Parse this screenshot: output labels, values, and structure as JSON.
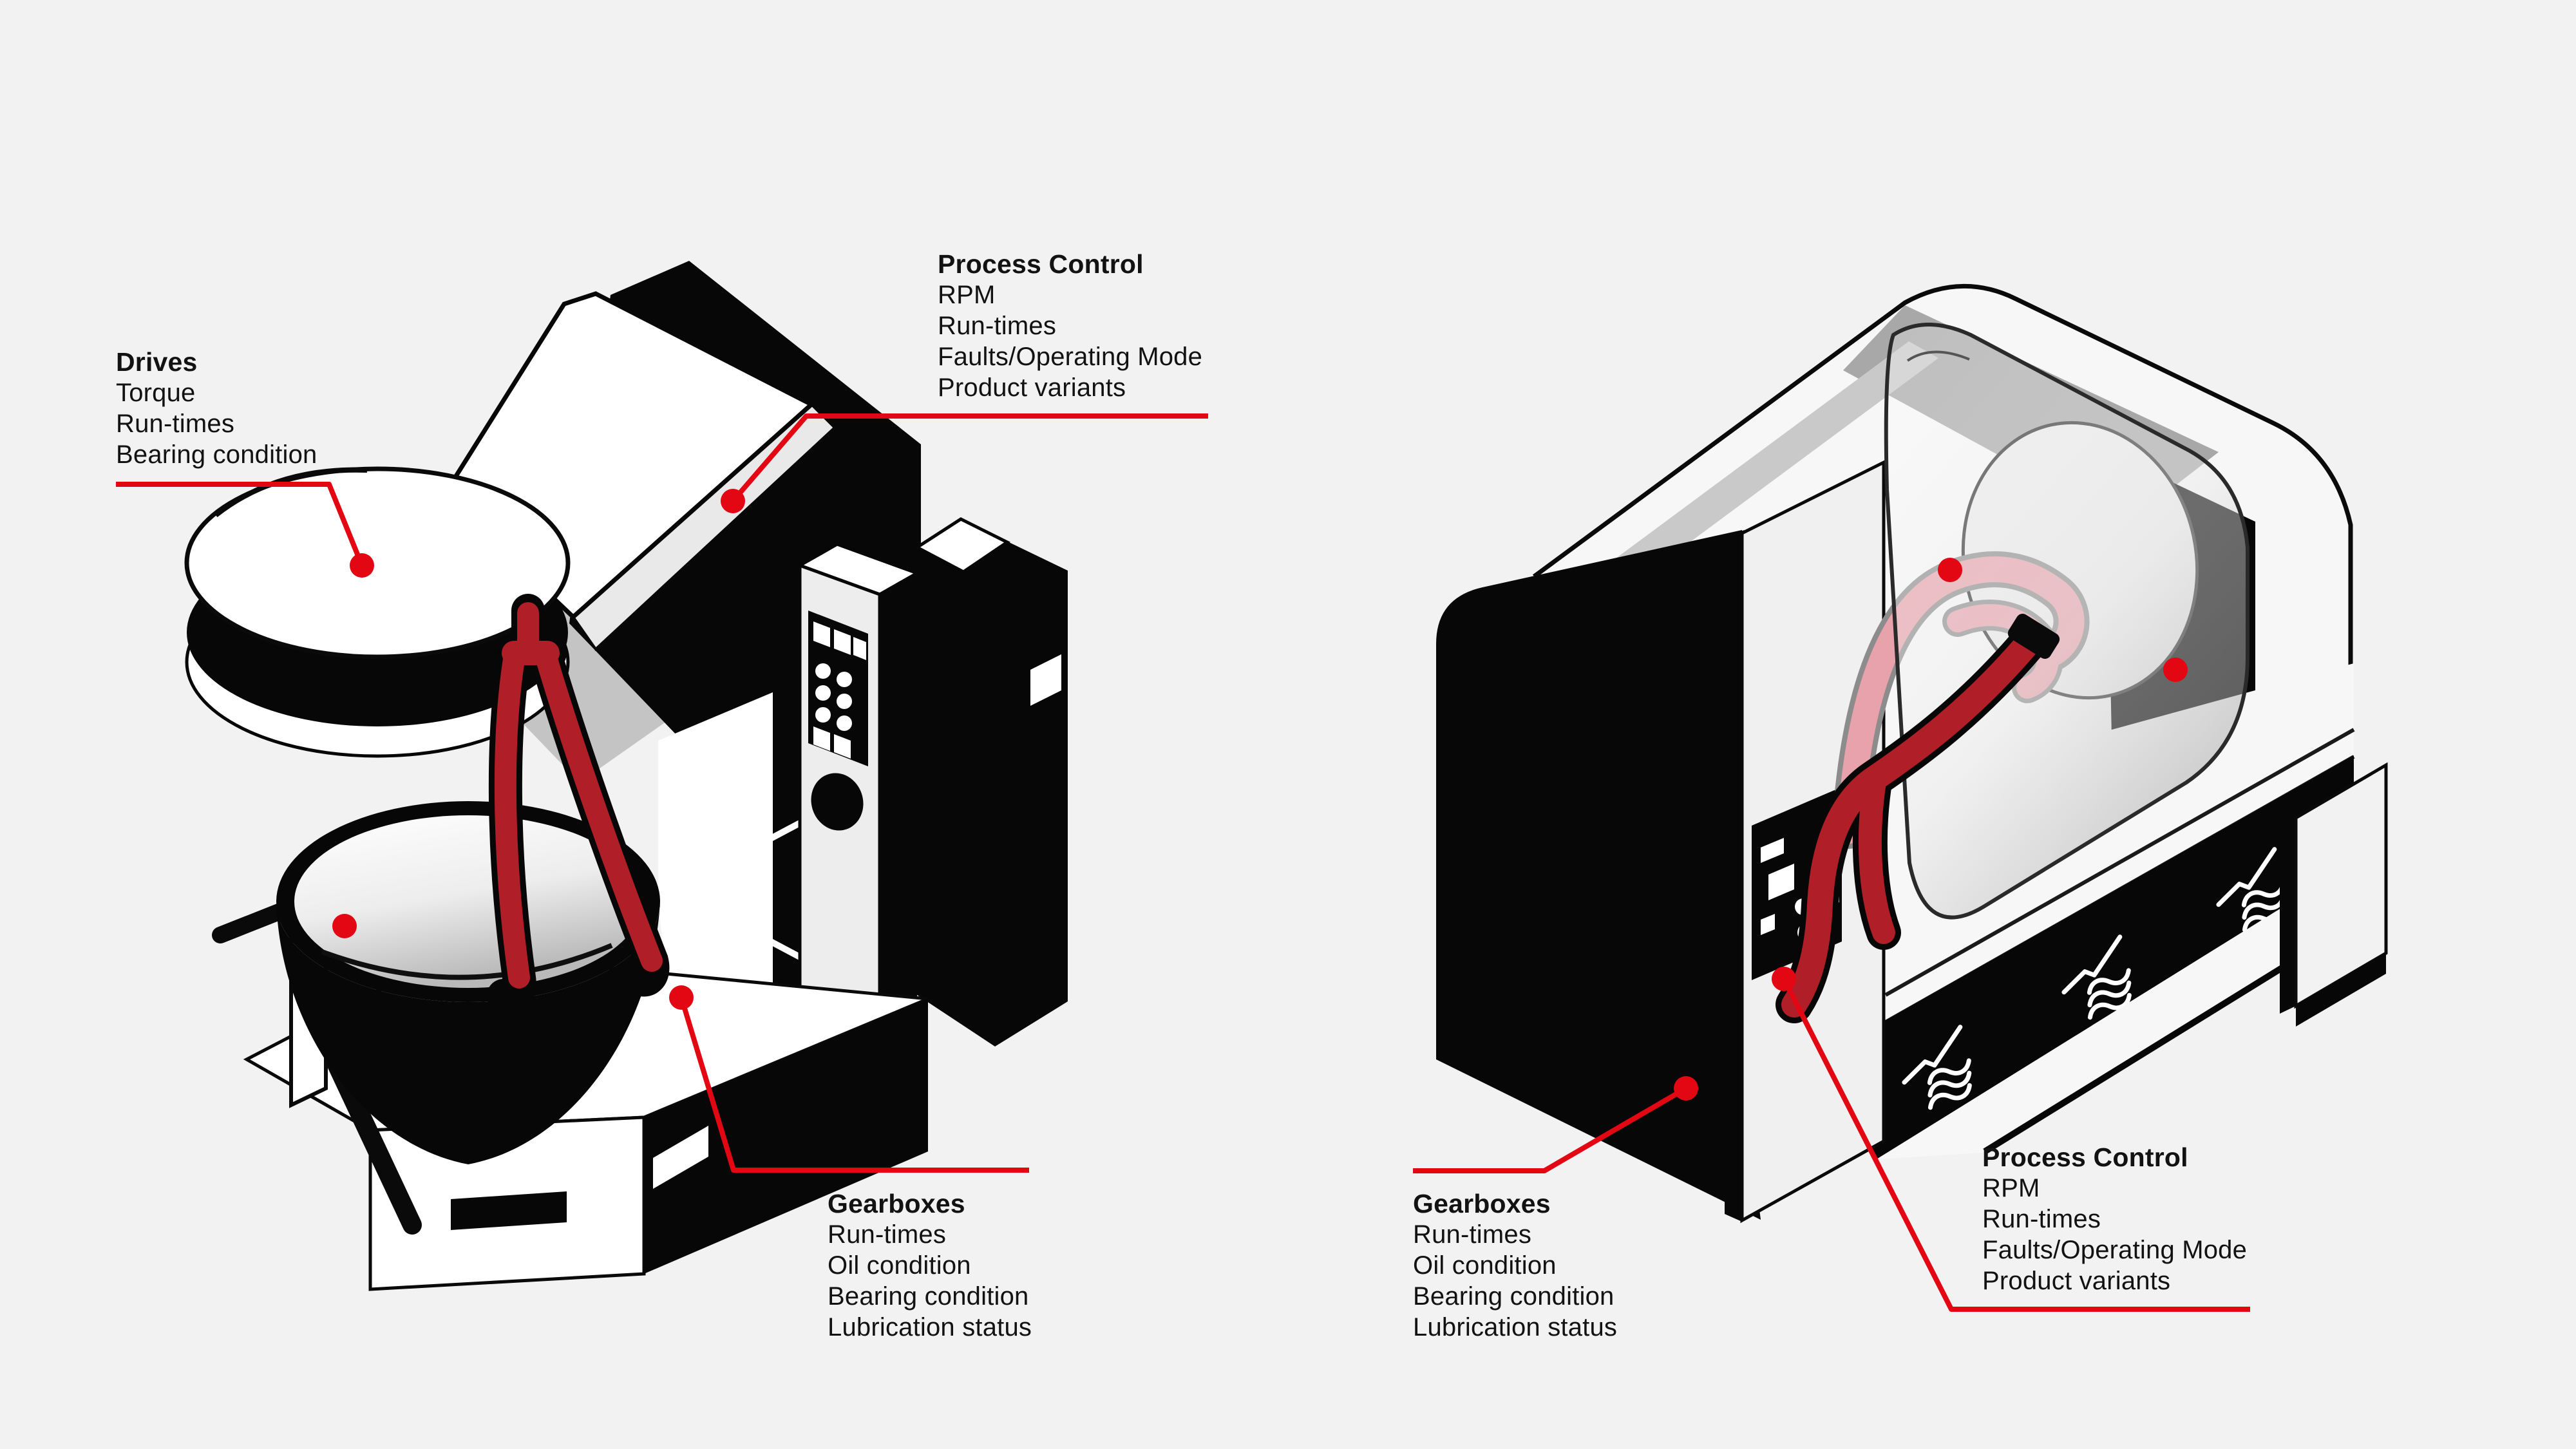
{
  "figure": {
    "type": "industrial-machine-monitoring-infographic",
    "machine_count": 2,
    "sensor_dots": {
      "left_machine": 4,
      "right_machine": 4
    },
    "colors": {
      "background": "#f2f2f2",
      "callout_red": "#e30613",
      "machine_black": "#070707",
      "machine_white": "#ffffff",
      "panel_gray": "#ededed",
      "shading_gray": "#c4c4c4",
      "underside_gray": "#a8a8a8",
      "tool_dark_red": "#b01e28",
      "tool_pink": "#e8a2ab"
    }
  },
  "labels": {
    "drives": {
      "title": "Drives",
      "items": [
        "Torque",
        "Run-times",
        "Bearing condition"
      ]
    },
    "process_control_left": {
      "title": "Process Control",
      "items": [
        "RPM",
        "Run-times",
        "Faults/Operating Mode",
        "Product variants"
      ]
    },
    "gearboxes_left": {
      "title": "Gearboxes",
      "items": [
        "Run-times",
        "Oil condition",
        "Bearing condition",
        "Lubrication status"
      ]
    },
    "gearboxes_right": {
      "title": "Gearboxes",
      "items": [
        "Run-times",
        "Oil condition",
        "Bearing condition",
        "Lubrication status"
      ]
    },
    "process_control_right": {
      "title": "Process Control",
      "items": [
        "RPM",
        "Run-times",
        "Faults/Operating Mode",
        "Product variants"
      ]
    }
  }
}
